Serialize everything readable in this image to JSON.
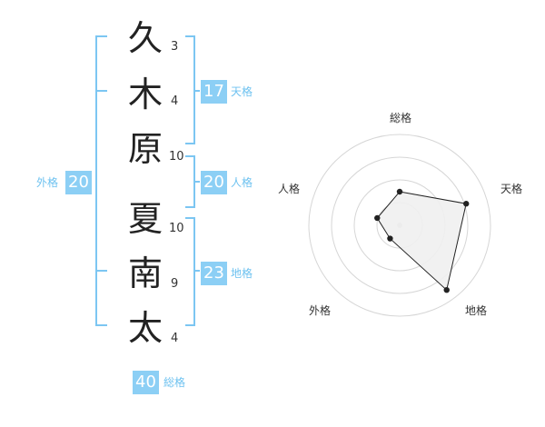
{
  "name": {
    "characters": [
      {
        "char": "久",
        "strokes": "3"
      },
      {
        "char": "木",
        "strokes": "4"
      },
      {
        "char": "原",
        "strokes": "10"
      },
      {
        "char": "夏",
        "strokes": "10"
      },
      {
        "char": "南",
        "strokes": "9"
      },
      {
        "char": "太",
        "strokes": "4"
      }
    ]
  },
  "fortune": {
    "tenkaku": {
      "value": "17",
      "label": "天格"
    },
    "jinkaku": {
      "value": "20",
      "label": "人格"
    },
    "chikaku": {
      "value": "23",
      "label": "地格"
    },
    "gaikaku": {
      "value": "20",
      "label": "外格"
    },
    "soukaku": {
      "value": "40",
      "label": "総格"
    }
  },
  "colors": {
    "accent": "#8ccff5",
    "accent_text": "#6ec2f0",
    "bracket": "#7cc6f2",
    "radar_fill": "#f0f0f0",
    "radar_line": "#222222"
  },
  "chart_data": {
    "type": "radar",
    "axes": [
      "総格",
      "天格",
      "地格",
      "外格",
      "人格"
    ],
    "values": [
      0.37,
      0.77,
      0.88,
      0.18,
      0.26
    ],
    "range": [
      0,
      1
    ],
    "rings": 4,
    "grid": true
  }
}
